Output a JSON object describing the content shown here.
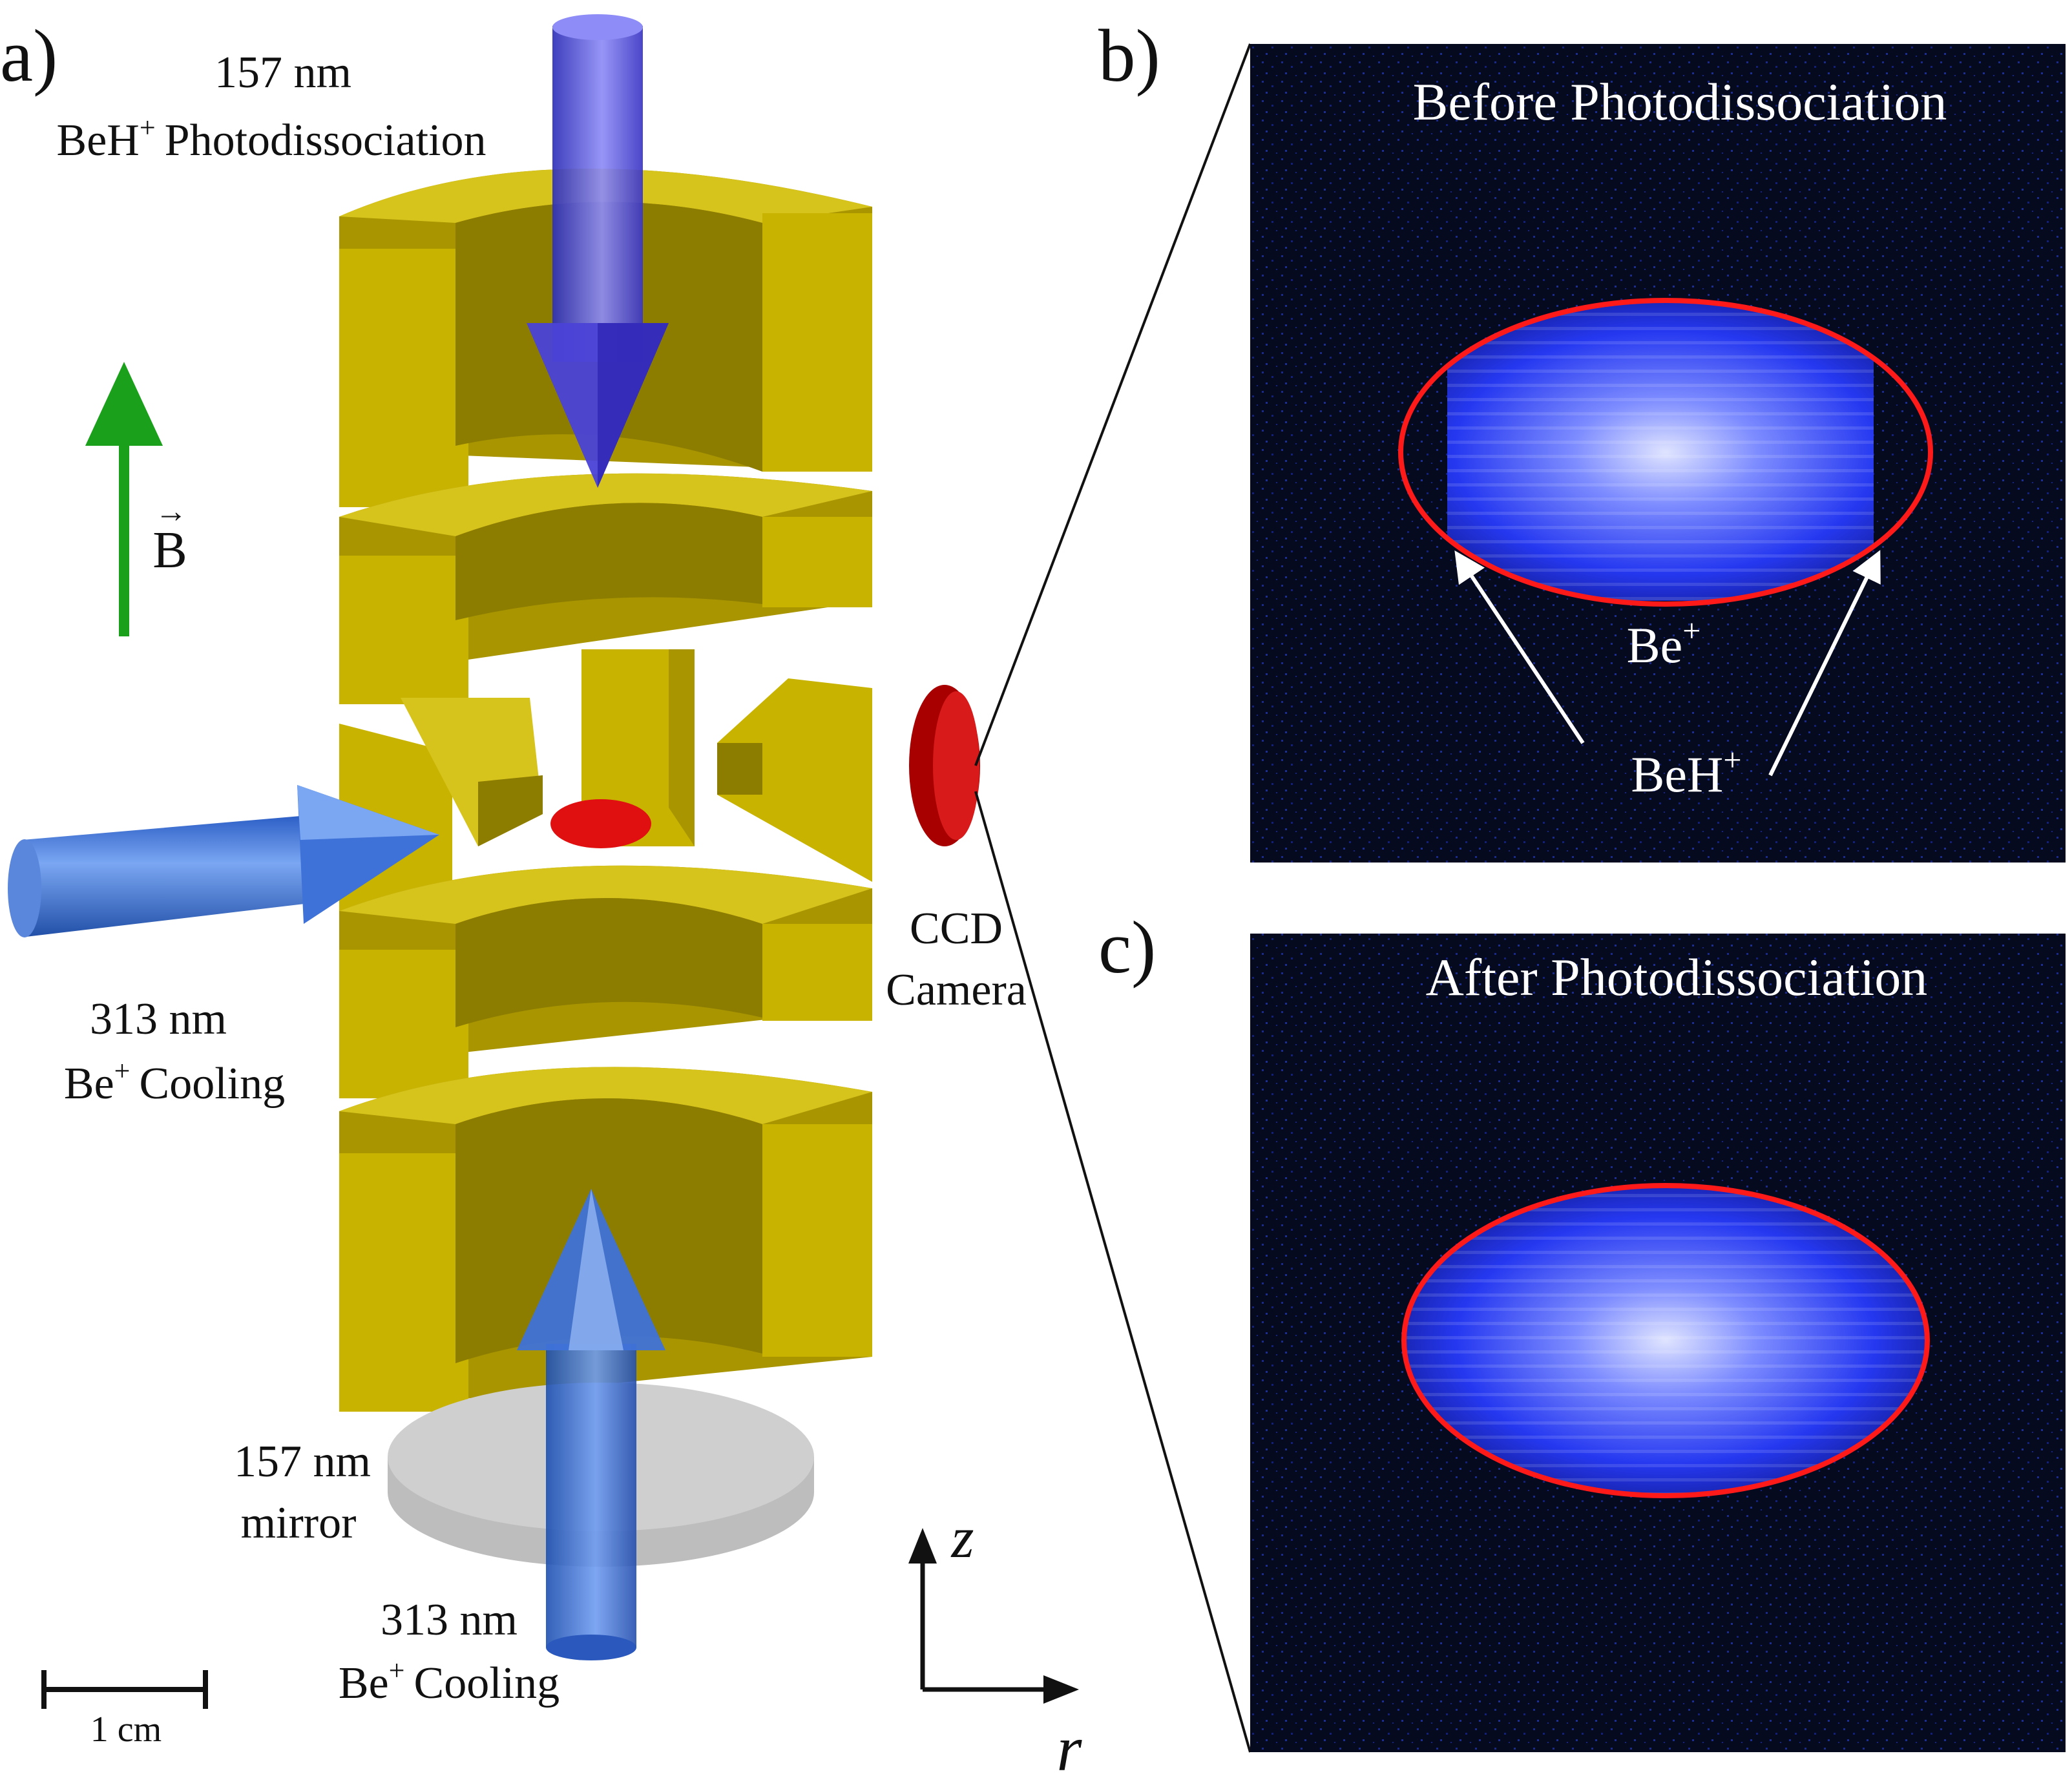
{
  "panel_a": {
    "label": "a)",
    "top_beam": {
      "wavelength": "157 nm",
      "ion": "BeH",
      "charge": "+",
      "purpose": "Photodissociation"
    },
    "field": {
      "symbol": "B",
      "vector_mark": "→"
    },
    "side_beam": {
      "wavelength": "313 nm",
      "ion": "Be",
      "charge": "+",
      "purpose": "Cooling"
    },
    "camera": {
      "line1": "CCD",
      "line2": "Camera"
    },
    "mirror": {
      "line1": "157 nm",
      "line2": "mirror"
    },
    "bottom_beam": {
      "wavelength": "313 nm",
      "ion": "Be",
      "charge": "+",
      "purpose": "Cooling"
    },
    "scale_bar": "1 cm",
    "axes": {
      "vertical": "z",
      "horizontal": "r"
    }
  },
  "panel_b": {
    "label": "b)",
    "title": "Before Photodissociation",
    "be_label": {
      "ion": "Be",
      "charge": "+"
    },
    "beh_label": {
      "ion": "BeH",
      "charge": "+"
    }
  },
  "panel_c": {
    "label": "c)",
    "title": "After Photodissociation"
  },
  "colors": {
    "electrode_gold": "#c8b400",
    "beam_blue": "#3a6fd8",
    "beam_violet": "#5a4fe0",
    "field_green": "#1aa01a",
    "ion_red": "#e01010",
    "image_background": "#060a1e",
    "crystal_blue": "#2f4cff",
    "mirror_gray": "#c4c4c4"
  }
}
